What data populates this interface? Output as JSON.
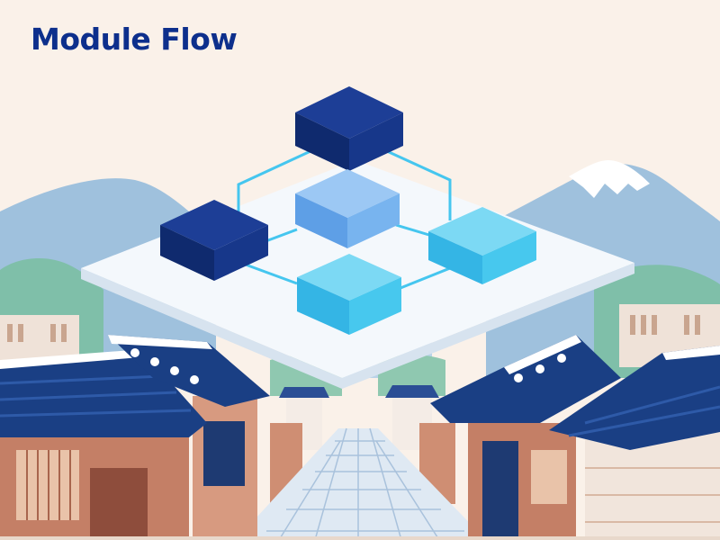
{
  "page": {
    "title": "Module Flow"
  },
  "colors": {
    "background": "#faf1e9",
    "title": "#0d2f8c",
    "connector": "#45c6ef",
    "module_dark": "#17378a",
    "module_mid": "#78b4ef",
    "module_light": "#47c8ee",
    "roof": "#1a3f84",
    "wall_wood": "#c47f66",
    "sky_mountain": "#9fc1dd"
  },
  "diagram": {
    "type": "module-flow",
    "modules": [
      {
        "id": "top",
        "shade": "dark"
      },
      {
        "id": "left",
        "shade": "dark"
      },
      {
        "id": "center",
        "shade": "mid"
      },
      {
        "id": "right",
        "shade": "light"
      },
      {
        "id": "bottom",
        "shade": "light"
      }
    ],
    "connections": [
      [
        "top",
        "left"
      ],
      [
        "top",
        "right"
      ],
      [
        "center",
        "left"
      ],
      [
        "center",
        "right"
      ],
      [
        "left",
        "bottom"
      ],
      [
        "right",
        "bottom"
      ]
    ]
  }
}
